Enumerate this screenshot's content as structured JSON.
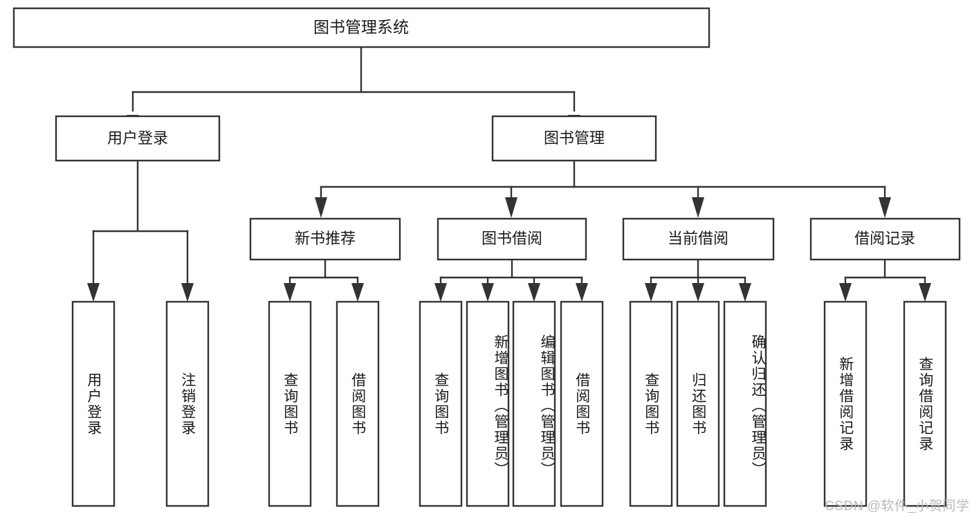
{
  "diagram": {
    "type": "tree",
    "title": "图书管理系统",
    "colors": {
      "box_stroke": "#333333",
      "box_fill": "#ffffff",
      "text": "#1a1a1a",
      "background": "#ffffff",
      "watermark": "#b9b9b9"
    },
    "levels": {
      "root": {
        "label": "图书管理系统"
      },
      "level1": [
        {
          "id": "user-login",
          "label": "用户登录"
        },
        {
          "id": "book-management",
          "label": "图书管理"
        }
      ],
      "level2": [
        {
          "id": "new-book-recommend",
          "label": "新书推荐",
          "parent": "book-management"
        },
        {
          "id": "book-borrow",
          "label": "图书借阅",
          "parent": "book-management"
        },
        {
          "id": "current-borrow",
          "label": "当前借阅",
          "parent": "book-management"
        },
        {
          "id": "borrow-record",
          "label": "借阅记录",
          "parent": "book-management"
        }
      ],
      "leaves": [
        {
          "id": "leaf-user-login",
          "label": "用户登录",
          "parent": "user-login"
        },
        {
          "id": "leaf-logout-login",
          "label": "注销登录",
          "parent": "user-login"
        },
        {
          "id": "leaf-query-book-1",
          "label": "查询图书",
          "parent": "new-book-recommend"
        },
        {
          "id": "leaf-borrow-book-1",
          "label": "借阅图书",
          "parent": "new-book-recommend"
        },
        {
          "id": "leaf-query-book-2",
          "label": "查询图书",
          "parent": "book-borrow"
        },
        {
          "id": "leaf-add-book",
          "label": "新增图书（管理员）",
          "parent": "book-borrow"
        },
        {
          "id": "leaf-edit-book",
          "label": "编辑图书（管理员）",
          "parent": "book-borrow"
        },
        {
          "id": "leaf-borrow-book-2",
          "label": "借阅图书",
          "parent": "book-borrow"
        },
        {
          "id": "leaf-query-book-3",
          "label": "查询图书",
          "parent": "current-borrow"
        },
        {
          "id": "leaf-return-book",
          "label": "归还图书",
          "parent": "current-borrow"
        },
        {
          "id": "leaf-confirm-return",
          "label": "确认归还（管理员）",
          "parent": "current-borrow"
        },
        {
          "id": "leaf-add-record",
          "label": "新增借阅记录",
          "parent": "borrow-record"
        },
        {
          "id": "leaf-query-record",
          "label": "查询借阅记录",
          "parent": "borrow-record"
        }
      ]
    }
  },
  "watermark": {
    "text": "CSDN @软件_小贺同学"
  }
}
